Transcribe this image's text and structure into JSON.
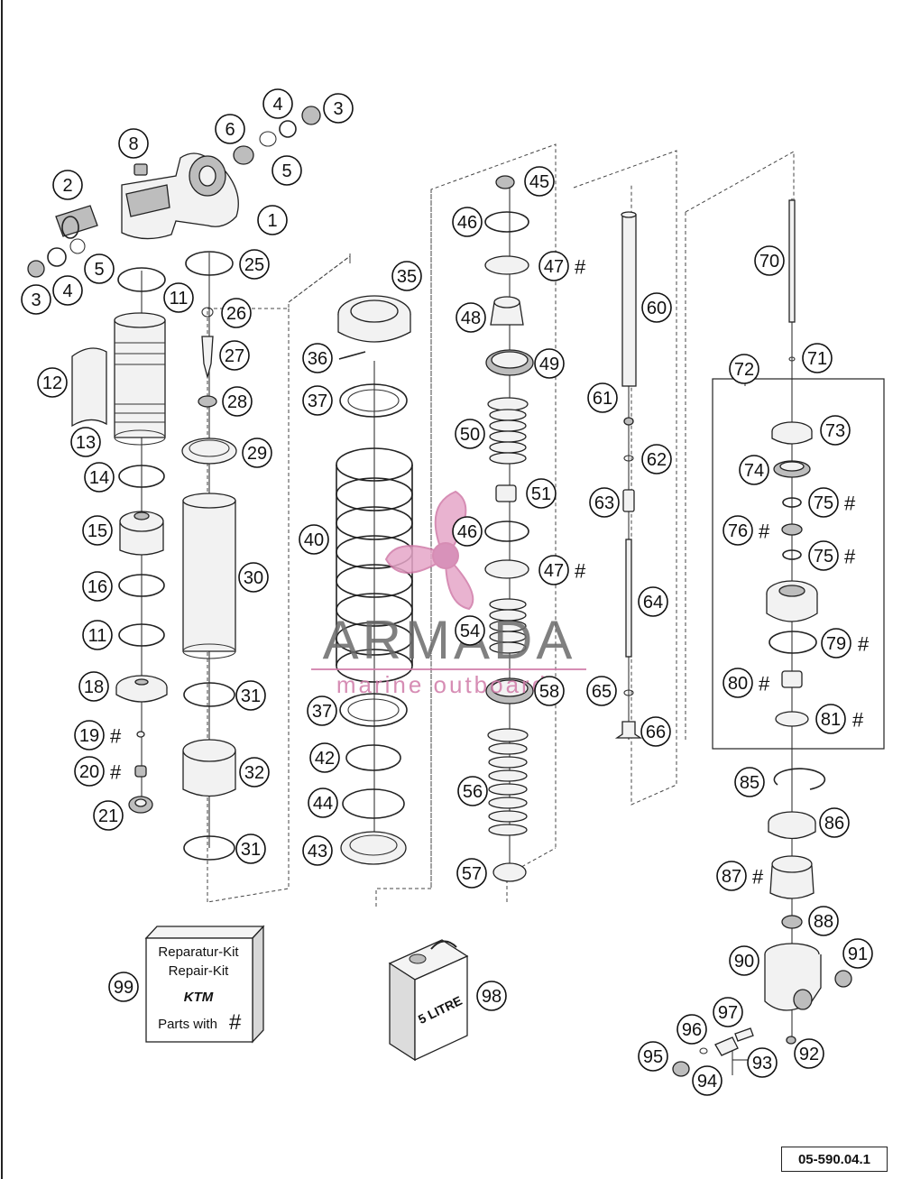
{
  "diagram": {
    "reference": "05-590.04.1",
    "callouts": [
      "1",
      "2",
      "3",
      "3",
      "4",
      "4",
      "5",
      "5",
      "6",
      "8",
      "11",
      "11",
      "12",
      "13",
      "14",
      "15",
      "16",
      "18",
      "19",
      "20",
      "21",
      "25",
      "26",
      "27",
      "28",
      "29",
      "30",
      "31",
      "31",
      "32",
      "35",
      "36",
      "37",
      "37",
      "40",
      "42",
      "43",
      "44",
      "45",
      "46",
      "46",
      "47",
      "47",
      "48",
      "49",
      "50",
      "51",
      "54",
      "56",
      "57",
      "58",
      "60",
      "61",
      "62",
      "63",
      "64",
      "65",
      "66",
      "70",
      "71",
      "72",
      "73",
      "74",
      "75",
      "75",
      "76",
      "79",
      "80",
      "81",
      "85",
      "86",
      "87",
      "88",
      "90",
      "91",
      "92",
      "93",
      "94",
      "95",
      "96",
      "97",
      "98",
      "99"
    ],
    "kit_marker": "#",
    "repair_kit": {
      "line1": "Reparatur-Kit",
      "line2": "Repair-Kit",
      "brand": "KTM",
      "line3": "Parts with"
    },
    "oil_can": {
      "label": "5 LITRE"
    },
    "watermark": {
      "brand": "ARMADA",
      "tagline": "marine outboards"
    }
  }
}
